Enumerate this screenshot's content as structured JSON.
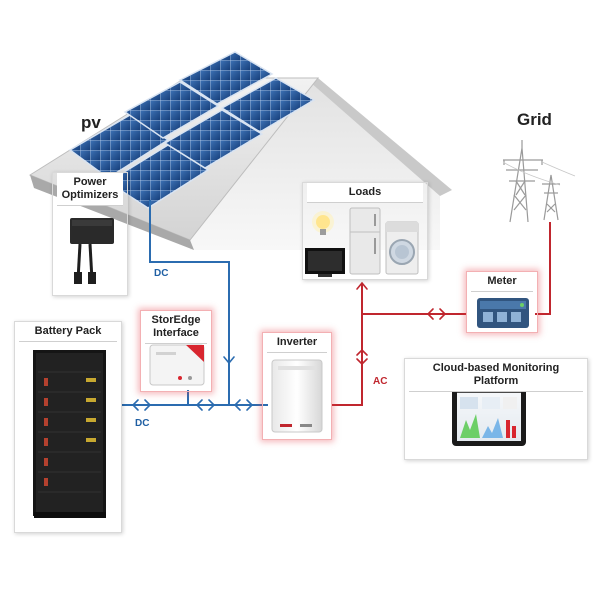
{
  "labels": {
    "pv": "pv",
    "grid": "Grid",
    "dc_roof": "DC",
    "dc_battery": "DC",
    "ac": "AC"
  },
  "boxes": {
    "power_optimizers": "Power\nOptimizers",
    "loads": "Loads",
    "meter": "Meter",
    "battery_pack": "Battery Pack",
    "storedge_interface": "StorEdge\nInterface",
    "inverter": "Inverter",
    "monitoring": "Cloud-based Monitoring Platform"
  },
  "colors": {
    "dc_line": "#2b6cb0",
    "ac_line": "#c0262e",
    "highlight": "#e23c46"
  }
}
